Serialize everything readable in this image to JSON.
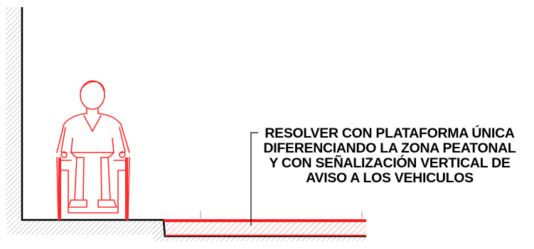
{
  "annotation": {
    "lines": [
      "RESOLVER CON PLATAFORMA ÚNICA",
      "DIFERENCIANDO LA ZONA PEATONAL",
      "Y CON SEÑALIZACIÓN VERTICAL DE",
      "AVISO A LOS VEHICULOS"
    ]
  },
  "colors": {
    "outline": "#000000",
    "hatch": "#9a9a9a",
    "figure": "#ff2a2a",
    "platform": "#ff1a1a"
  },
  "icons": {
    "figure": "person-in-wheelchair-icon"
  }
}
